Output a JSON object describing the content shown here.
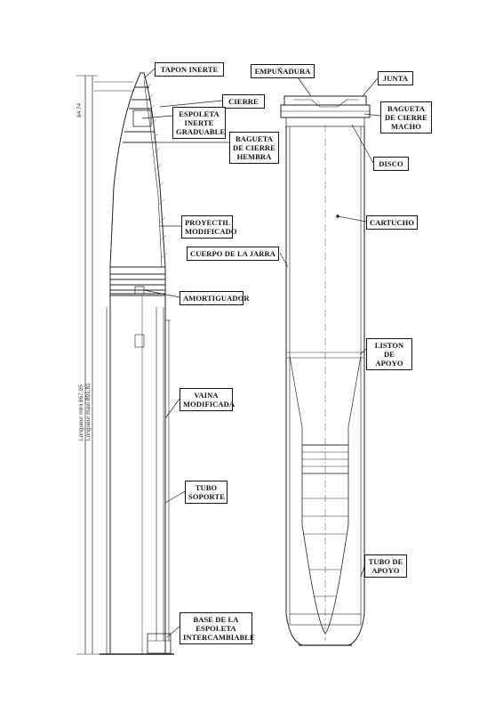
{
  "labels": {
    "tapon_inerte": "TAPON INERTE",
    "cierre": "CIERRE",
    "espoleta_inerte": "ESPOLETA\nINERTE\nGRADUABLE",
    "bagueta_hembra": "BAGUETA\nDE CIERRE\nHEMBRA",
    "proyectil": "PROYECTIL\nMODIFICADO",
    "cuerpo_jarra": "CUERPO DE LA JARRA",
    "amortiguador": "AMORTIGUADOR",
    "vaina": "VAINA\nMODIFICADA",
    "tubo_soporte": "TUBO\nSOPORTE",
    "base_espoleta": "BASE DE LA\nESPOLETA\nINTERCAMBIABLE",
    "empunadura": "EMPUÑADURA",
    "junta": "JUNTA",
    "bagueta_macho": "BAGUETA\nDE CIERRE\nMACHO",
    "disco": "DISCO",
    "cartucho": "CARTUCHO",
    "liston": "LISTON DE\nAPOYO",
    "tubo_apoyo": "TUBO DE\nAPOYO"
  },
  "dimensions": {
    "top_dim": "84,74",
    "length_min": "Longueur mini 867,95",
    "length_maxi": "Longueur maxi 891,81"
  }
}
